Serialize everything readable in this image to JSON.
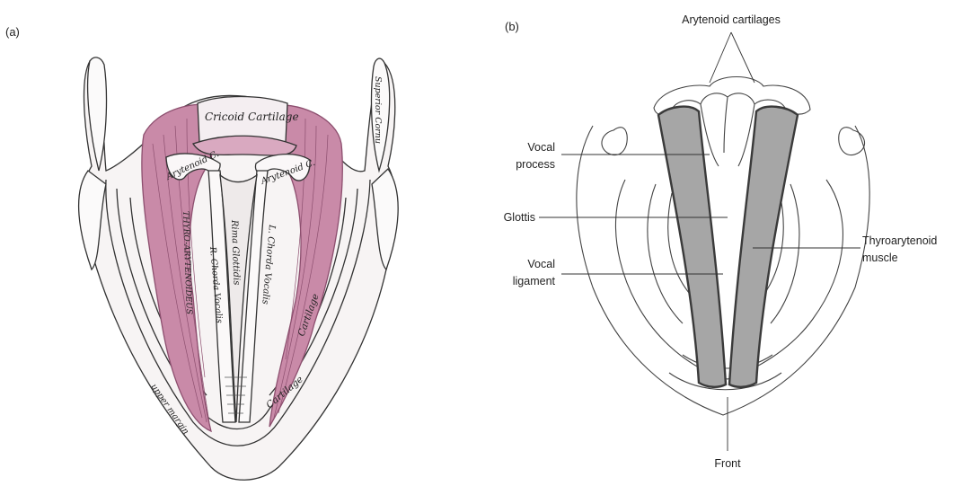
{
  "panels": {
    "a": {
      "label": "(a)",
      "engraving_labels": {
        "cricoid": "Cricoid Cartilage",
        "arytenoid_left": "Arytenoid C.",
        "arytenoid_right": "Arytenoid C.",
        "rima_glottidis": "Rima Glottidis",
        "left_vocal_cord": "L. Chorda Vocalis",
        "right_vocal_cord": "R. Chorda Vocalis",
        "thyro_arytenoideus": "THYRO-ARYTENOIDEUS",
        "cartilage_right": "Cartilage",
        "cartilage_lower": "Cartilage",
        "superior_cornu": "Superior Cornu",
        "upper_margin": "upper margin"
      },
      "colors": {
        "muscle": "#c98aa8",
        "muscle_dark": "#9c5a7c",
        "line": "#333333"
      }
    },
    "b": {
      "label": "(b)",
      "annotations": {
        "arytenoid": "Arytenoid cartilages",
        "vocal_process_line1": "Vocal",
        "vocal_process_line2": "process",
        "glottis": "Glottis",
        "vocal_ligament_line1": "Vocal",
        "vocal_ligament_line2": "ligament",
        "thyroarytenoid_line1": "Thyroarytenoid",
        "thyroarytenoid_line2": "muscle",
        "front": "Front"
      },
      "colors": {
        "fold_fill": "#a6a6a6",
        "fold_stroke": "#3a3a3a",
        "outline": "#444444"
      }
    }
  }
}
